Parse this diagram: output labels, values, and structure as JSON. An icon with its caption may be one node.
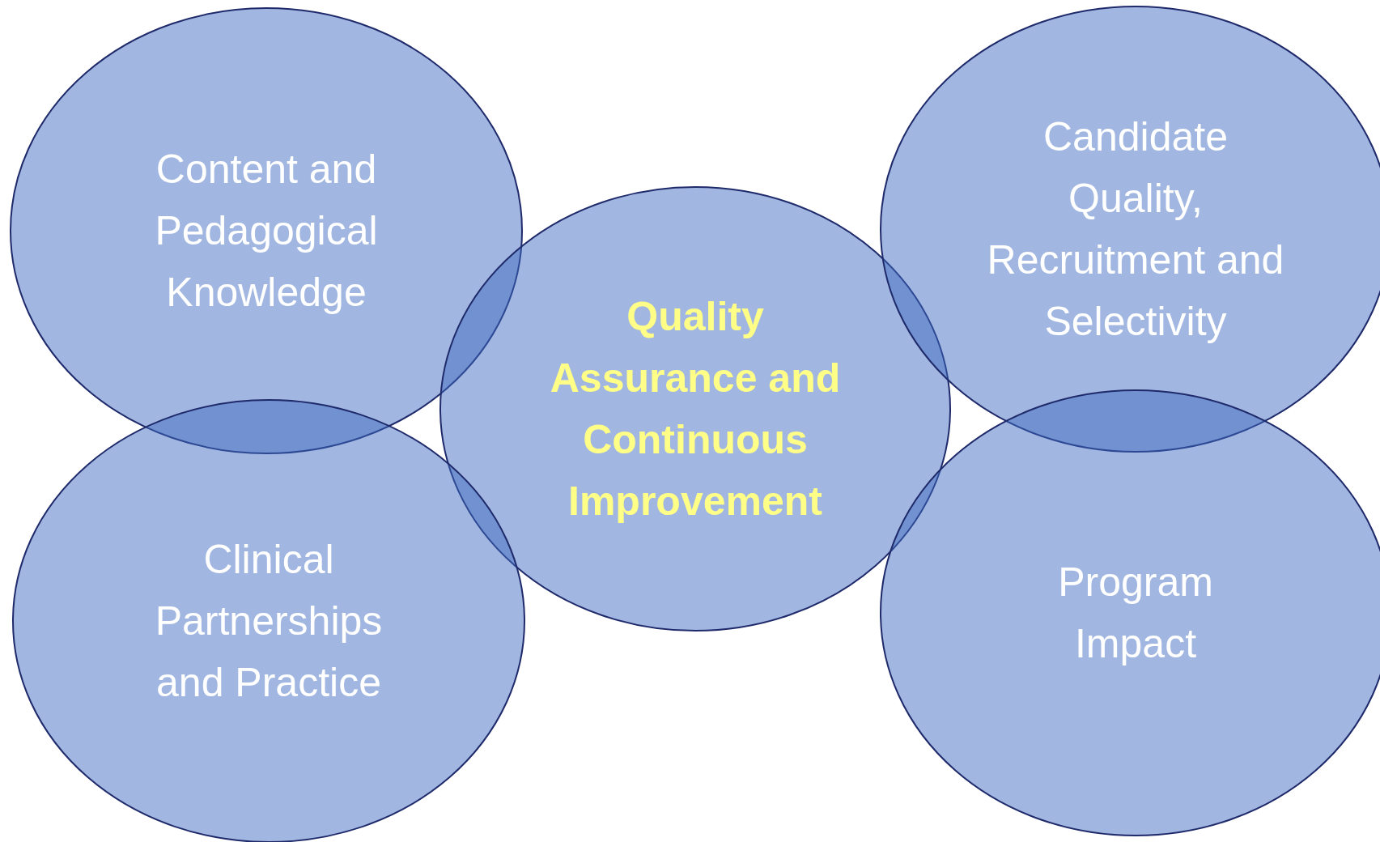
{
  "diagram": {
    "nodes": [
      {
        "text": [
          "Content and Pedagogical Knowledge"
        ]
      },
      {
        "text": [
          "Quality Assurance and Continuous Improvement"
        ]
      },
      {
        "text": [
          "Candidate Quality, Recruitment and Selectivity"
        ]
      },
      {
        "text": [
          "Clinical Partnerships and Practice"
        ]
      },
      {
        "text": [
          "Program Impact"
        ]
      }
    ]
  }
}
